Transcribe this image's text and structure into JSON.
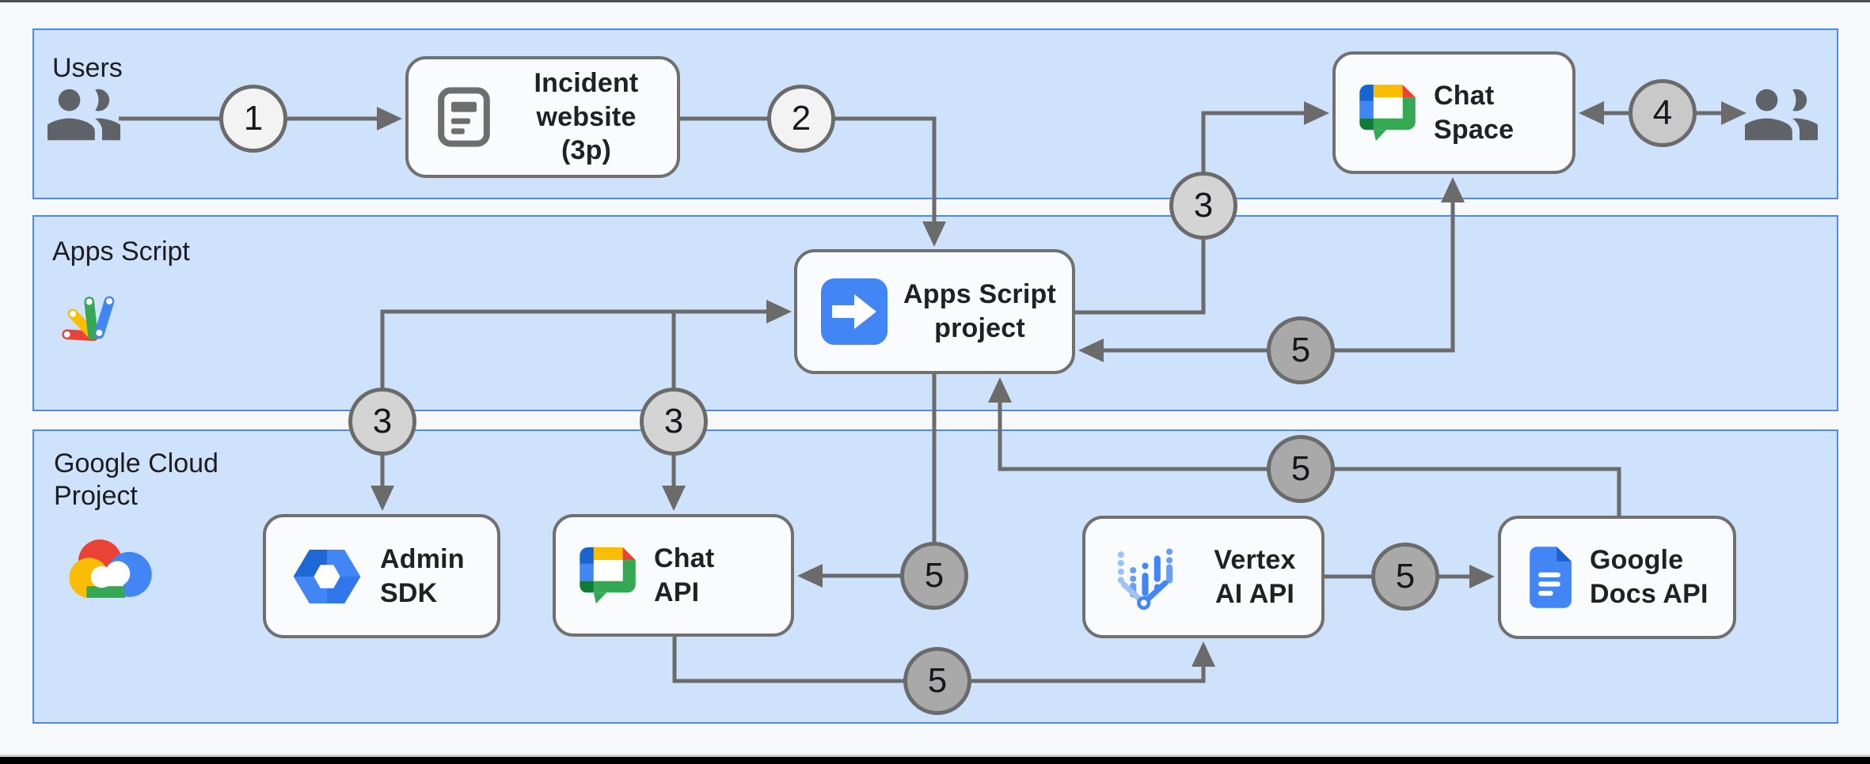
{
  "bands": {
    "users": {
      "label": "Users"
    },
    "apps_script": {
      "label": "Apps Script"
    },
    "google_cloud": {
      "label": "Google Cloud\nProject"
    }
  },
  "nodes": {
    "incident_website": {
      "label": "Incident\nwebsite\n(3p)"
    },
    "apps_script_project": {
      "label": "Apps Script\nproject"
    },
    "chat_space": {
      "label": "Chat\nSpace"
    },
    "admin_sdk": {
      "label": "Admin\nSDK"
    },
    "chat_api": {
      "label": "Chat\nAPI"
    },
    "vertex_ai_api": {
      "label": "Vertex\nAI API"
    },
    "google_docs_api": {
      "label": "Google\nDocs API"
    }
  },
  "steps": {
    "step1": "1",
    "step2": "2",
    "step3": "3",
    "step4": "4",
    "step5": "5"
  },
  "icons": {
    "users_left": "people-icon",
    "users_right": "people-icon",
    "incident_website": "webpage-document-icon",
    "apps_script_project": "blue-arrow-app-icon",
    "chat_space": "google-chat-icon",
    "chat_api": "google-chat-icon",
    "admin_sdk": "admin-sdk-hexagon-icon",
    "vertex_ai_api": "vertex-ai-icon",
    "google_docs_api": "google-docs-icon",
    "apps_script_band": "apps-script-logo",
    "google_cloud_band": "google-cloud-logo"
  },
  "colors": {
    "band_fill": "#cfe2fb",
    "band_border": "#4a8af4",
    "node_fill": "#fafbfd",
    "node_border": "#707070",
    "wire": "#6b6b6b",
    "badge_step_1_2": "#f3f3f3",
    "badge_step_3": "#d4d4d4",
    "badge_step_4": "#c9c9c9",
    "badge_step_5": "#a9a9a9",
    "google_blue": "#4285f4",
    "google_red": "#ea4335",
    "google_yellow": "#fbbc04",
    "google_green": "#34a853"
  }
}
